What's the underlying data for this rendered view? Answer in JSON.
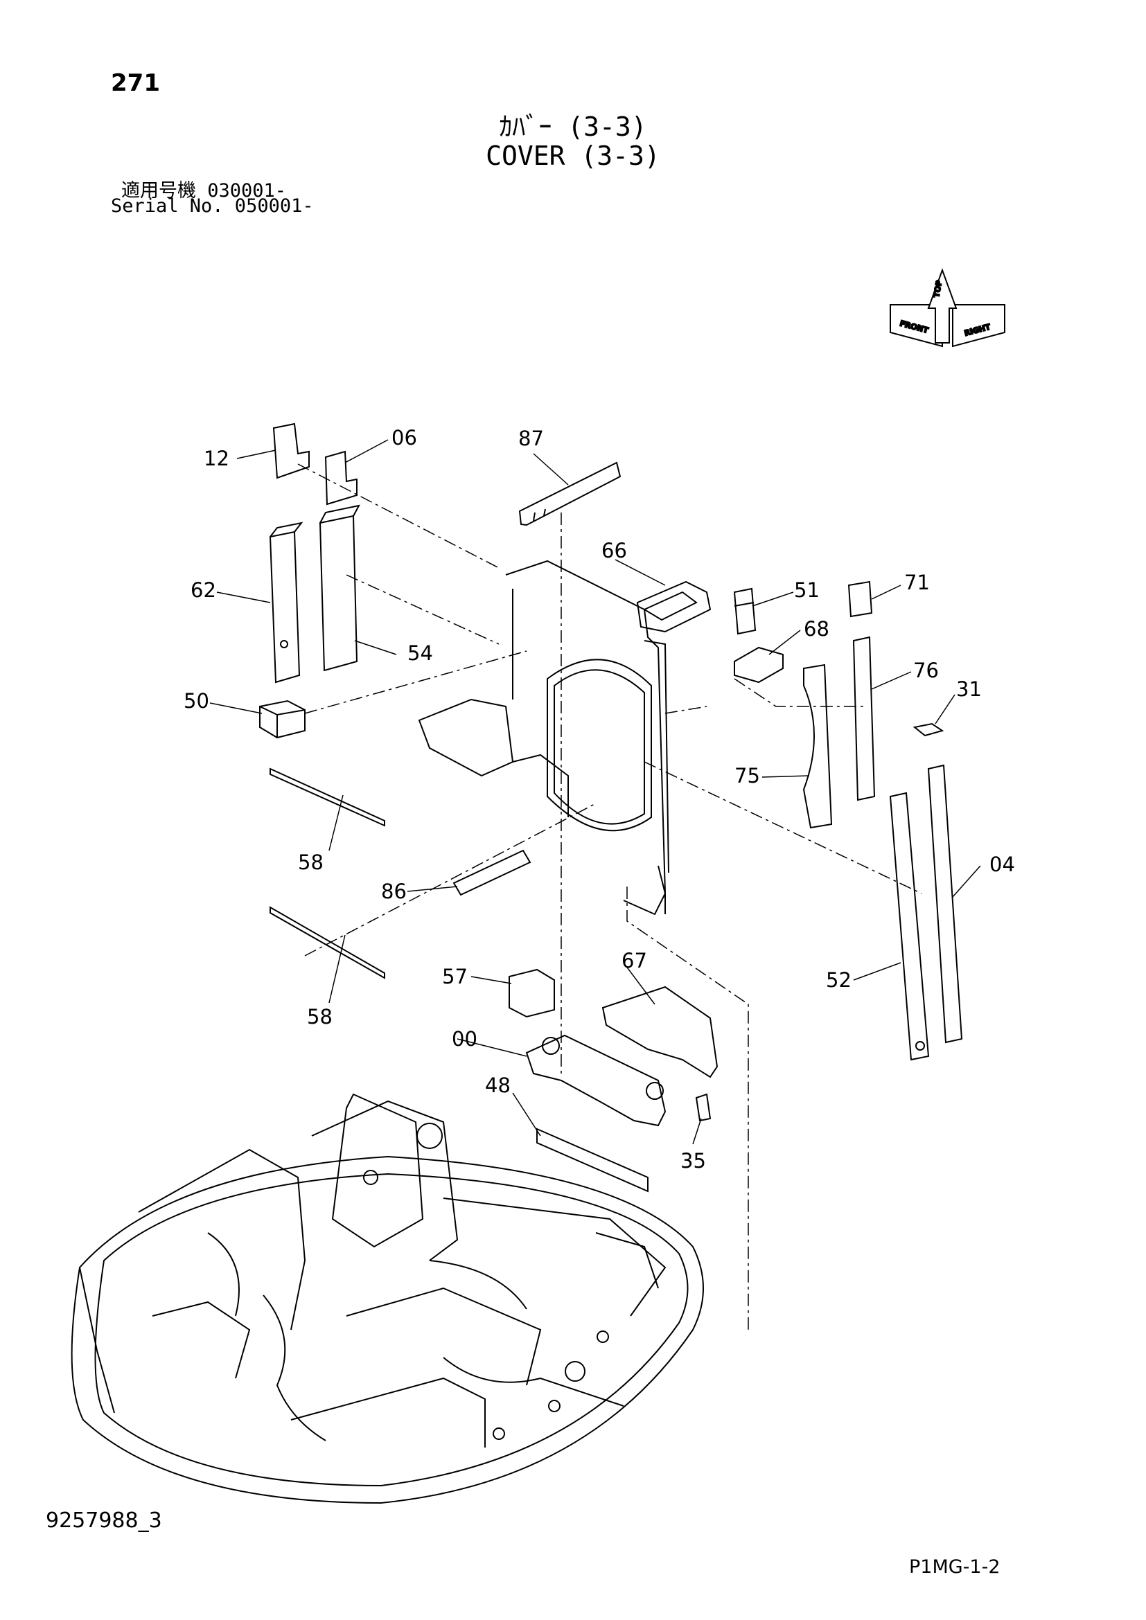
{
  "header": {
    "page_number": "271",
    "title_jp": "ｶﾊﾞｰ (3-3)",
    "title_en": "COVER (3-3)",
    "serial_jp": "適用号機  030001-",
    "serial_en": "Serial No. 050001-"
  },
  "orientation_icon": {
    "labels": [
      "TOP",
      "FRONT",
      "RIGHT"
    ]
  },
  "callouts": [
    "12",
    "06",
    "87",
    "66",
    "62",
    "51",
    "71",
    "68",
    "54",
    "76",
    "31",
    "50",
    "75",
    "58",
    "04",
    "86",
    "58",
    "67",
    "57",
    "52",
    "00",
    "48",
    "35"
  ],
  "footer": {
    "doc_number": "9257988_3",
    "sheet_code": "P1MG-1-2"
  }
}
